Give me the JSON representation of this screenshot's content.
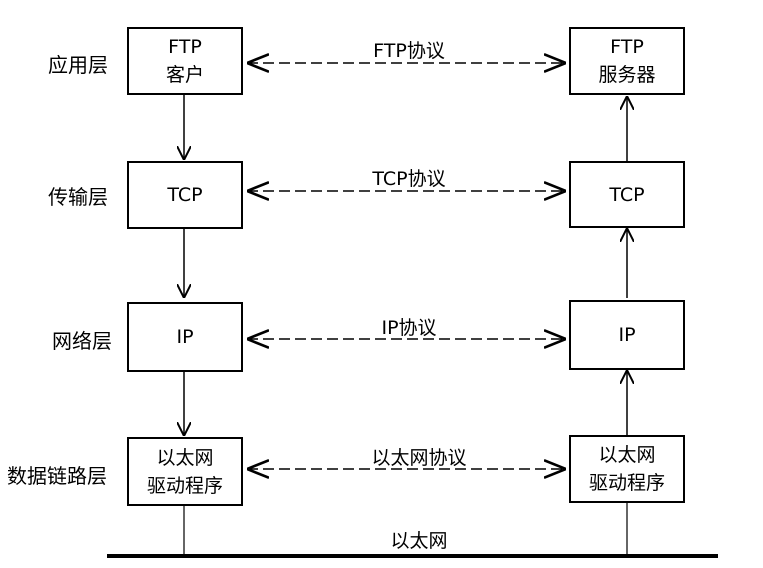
{
  "layers": [
    {
      "name": "应用层",
      "left": [
        "FTP",
        "客户"
      ],
      "right": [
        "FTP",
        "服务器"
      ],
      "protocol": "FTP协议"
    },
    {
      "name": "传输层",
      "left": [
        "TCP"
      ],
      "right": [
        "TCP"
      ],
      "protocol": "TCP协议"
    },
    {
      "name": "网络层",
      "left": [
        "IP"
      ],
      "right": [
        "IP"
      ],
      "protocol": "IP协议"
    },
    {
      "name": "数据链路层",
      "left": [
        "以太网",
        "驱动程序"
      ],
      "right": [
        "以太网",
        "驱动程序"
      ],
      "protocol": "以太网协议"
    }
  ],
  "network": {
    "label": "以太网"
  }
}
